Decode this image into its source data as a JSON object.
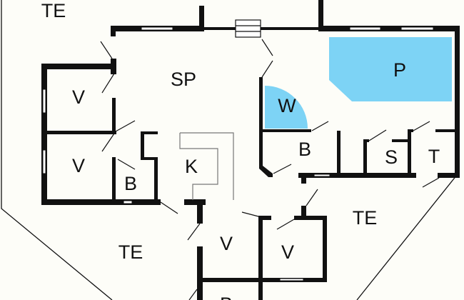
{
  "rooms": {
    "te_top_left": "TE",
    "sp": "SP",
    "v1": "V",
    "v2": "V",
    "b1": "B",
    "k": "K",
    "w": "W",
    "p": "P",
    "b2": "B",
    "s": "S",
    "t": "T",
    "te_right": "TE",
    "te_bottom_left": "TE",
    "v3": "V",
    "v4": "V",
    "b_bottom": "B"
  },
  "colors": {
    "water": "#7dd3f5",
    "wall": "#111111",
    "background": "#fdfdf8"
  }
}
